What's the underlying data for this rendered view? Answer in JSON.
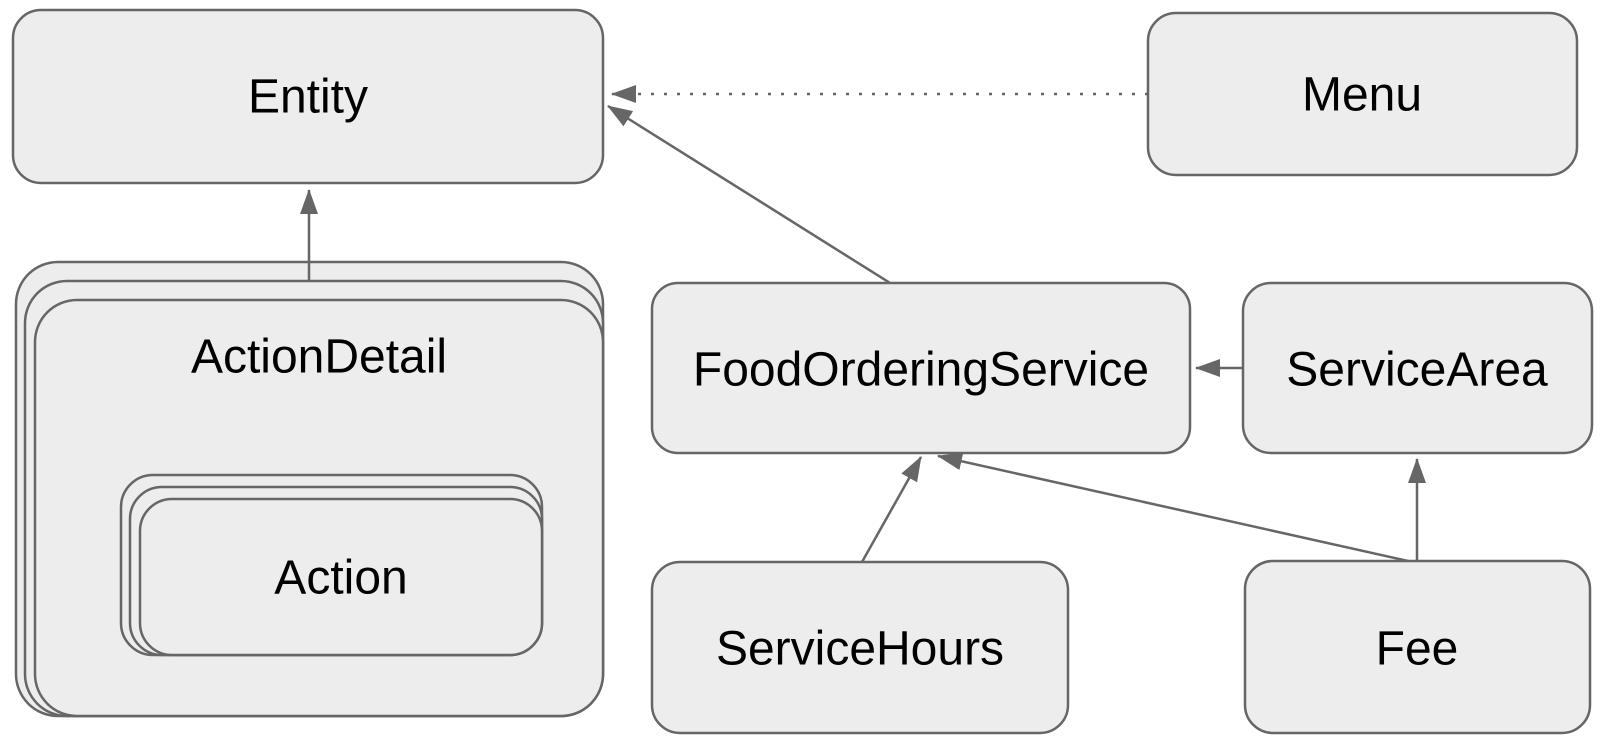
{
  "nodes": {
    "entity": {
      "label": "Entity"
    },
    "menu": {
      "label": "Menu"
    },
    "action_detail": {
      "label": "ActionDetail"
    },
    "action": {
      "label": "Action"
    },
    "food_ordering_service": {
      "label": "FoodOrderingService"
    },
    "service_area": {
      "label": "ServiceArea"
    },
    "service_hours": {
      "label": "ServiceHours"
    },
    "fee": {
      "label": "Fee"
    }
  },
  "edges": [
    {
      "from": "ActionDetail",
      "to": "Entity",
      "style": "solid"
    },
    {
      "from": "FoodOrderingService",
      "to": "Entity",
      "style": "solid"
    },
    {
      "from": "Menu",
      "to": "Entity",
      "style": "dotted"
    },
    {
      "from": "ServiceArea",
      "to": "FoodOrderingService",
      "style": "solid"
    },
    {
      "from": "ServiceHours",
      "to": "FoodOrderingService",
      "style": "solid"
    },
    {
      "from": "Fee",
      "to": "FoodOrderingService",
      "style": "solid"
    },
    {
      "from": "Fee",
      "to": "ServiceArea",
      "style": "solid"
    }
  ],
  "colors": {
    "node_fill": "#ededed",
    "node_border": "#666666",
    "arrow": "#666666",
    "text": "#000000",
    "background": "#ffffff"
  }
}
